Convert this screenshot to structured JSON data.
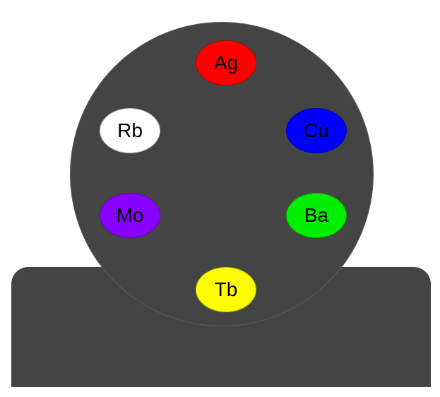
{
  "filter_wheel": {
    "slots": [
      {
        "label": "Ag",
        "color": "#ff0000"
      },
      {
        "label": "Cu",
        "color": "#0000ff"
      },
      {
        "label": "Ba",
        "color": "#00ee00"
      },
      {
        "label": "Tb",
        "color": "#ffff00"
      },
      {
        "label": "Mo",
        "color": "#8800ff"
      },
      {
        "label": "Rb",
        "color": "#ffffff"
      }
    ]
  }
}
